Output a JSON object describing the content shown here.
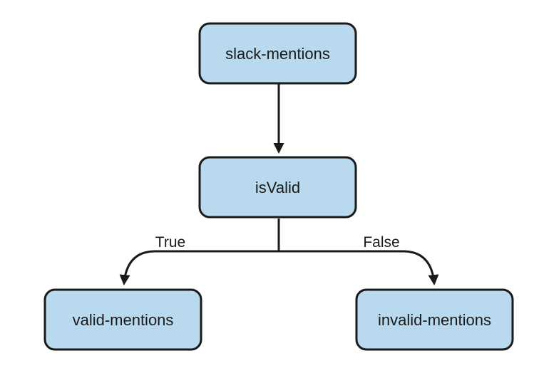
{
  "nodes": {
    "source": {
      "label": "slack-mentions"
    },
    "filter": {
      "label": "isValid"
    },
    "valid": {
      "label": "valid-mentions"
    },
    "invalid": {
      "label": "invalid-mentions"
    }
  },
  "edges": {
    "true_label": "True",
    "false_label": "False"
  },
  "colors": {
    "node_fill": "#b8d9ee",
    "stroke": "#1a1a1a"
  }
}
